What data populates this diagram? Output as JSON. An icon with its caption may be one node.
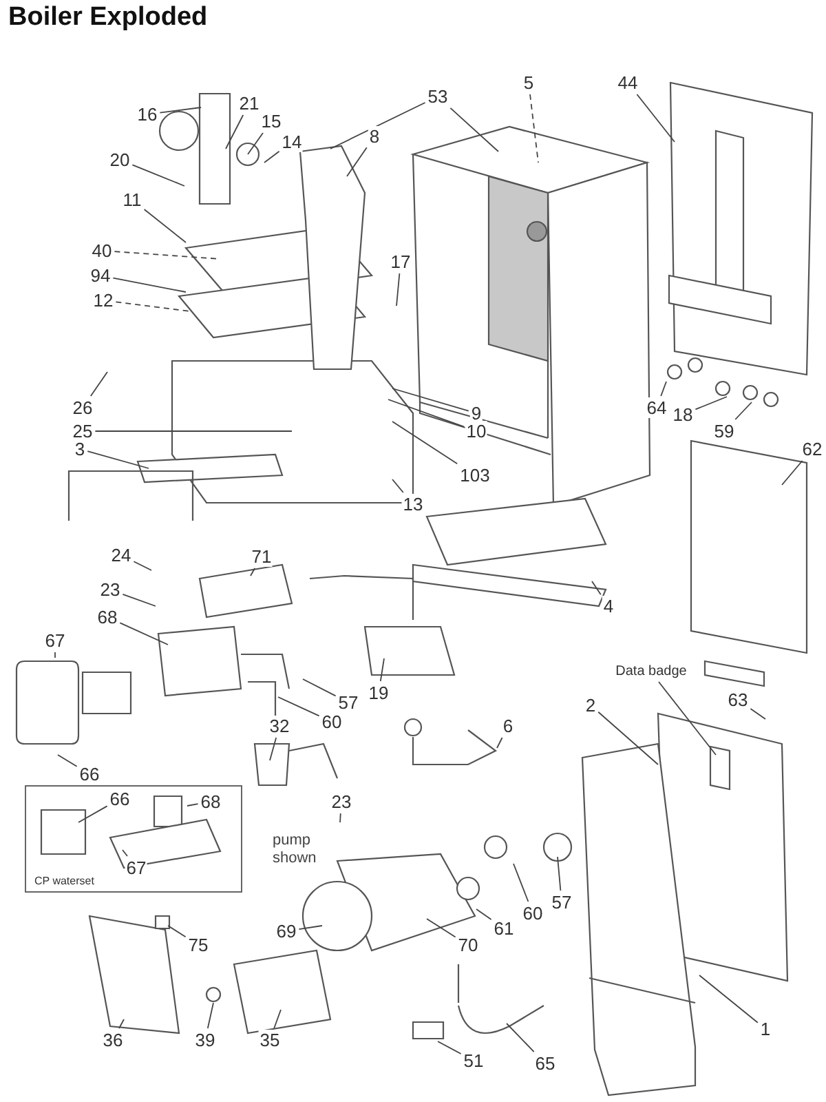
{
  "diagram": {
    "title": "Boiler Exploded",
    "nodes": [
      {
        "text": [
          "16"
        ]
      },
      {
        "text": [
          "21"
        ]
      },
      {
        "text": [
          "15"
        ]
      },
      {
        "text": [
          "14"
        ]
      },
      {
        "text": [
          "53"
        ]
      },
      {
        "text": [
          "5"
        ]
      },
      {
        "text": [
          "44"
        ]
      },
      {
        "text": [
          "8"
        ]
      },
      {
        "text": [
          "20"
        ]
      },
      {
        "text": [
          "11"
        ]
      },
      {
        "text": [
          "40"
        ]
      },
      {
        "text": [
          "94"
        ]
      },
      {
        "text": [
          "17"
        ]
      },
      {
        "text": [
          "12"
        ]
      },
      {
        "text": [
          "26"
        ]
      },
      {
        "text": [
          "9"
        ]
      },
      {
        "text": [
          "10"
        ]
      },
      {
        "text": [
          "25"
        ]
      },
      {
        "text": [
          "103"
        ]
      },
      {
        "text": [
          "3"
        ]
      },
      {
        "text": [
          "13"
        ]
      },
      {
        "text": [
          "64"
        ]
      },
      {
        "text": [
          "18"
        ]
      },
      {
        "text": [
          "59"
        ]
      },
      {
        "text": [
          "62"
        ]
      },
      {
        "text": [
          "4"
        ]
      },
      {
        "text": [
          "24"
        ]
      },
      {
        "text": [
          "71"
        ]
      },
      {
        "text": [
          "23"
        ]
      },
      {
        "text": [
          "68"
        ]
      },
      {
        "text": [
          "67"
        ]
      },
      {
        "text": [
          "19"
        ]
      },
      {
        "text": [
          "57"
        ]
      },
      {
        "text": [
          "60"
        ]
      },
      {
        "text": [
          "66"
        ]
      },
      {
        "text": [
          "32"
        ]
      },
      {
        "text": [
          "Data badge"
        ]
      },
      {
        "text": [
          "2"
        ]
      },
      {
        "text": [
          "63"
        ]
      },
      {
        "text": [
          "6"
        ]
      },
      {
        "text": [
          "CP waterset"
        ]
      },
      {
        "text": [
          "68"
        ],
        "in": 40
      },
      {
        "text": [
          "66"
        ],
        "in": 40
      },
      {
        "text": [
          "67"
        ],
        "in": 40
      },
      {
        "text": [
          "23"
        ]
      },
      {
        "text": [
          "69"
        ]
      },
      {
        "text": [
          "61"
        ]
      },
      {
        "text": [
          "60"
        ]
      },
      {
        "text": [
          "57"
        ]
      },
      {
        "text": [
          "70"
        ]
      },
      {
        "text": [
          "75"
        ]
      },
      {
        "text": [
          "36"
        ]
      },
      {
        "text": [
          "39"
        ]
      },
      {
        "text": [
          "35"
        ]
      },
      {
        "text": [
          "51"
        ]
      },
      {
        "text": [
          "65"
        ]
      },
      {
        "text": [
          "1"
        ]
      }
    ],
    "edges": [
      {
        "from": 0,
        "to": null,
        "arrow": "none"
      },
      {
        "from": 1,
        "to": null,
        "arrow": "none"
      },
      {
        "from": 2,
        "to": null,
        "arrow": "none"
      },
      {
        "from": 3,
        "to": null,
        "arrow": "none"
      },
      {
        "from": 4,
        "to": null,
        "arrow": "none"
      },
      {
        "from": 4,
        "to": null,
        "arrow": "none"
      },
      {
        "from": 5,
        "to": null,
        "arrow": "none",
        "style": "dashed"
      },
      {
        "from": 6,
        "to": null,
        "arrow": "none"
      },
      {
        "from": 7,
        "to": null,
        "arrow": "none"
      },
      {
        "from": 8,
        "to": null,
        "arrow": "none"
      },
      {
        "from": 9,
        "to": null,
        "arrow": "none"
      },
      {
        "from": 10,
        "to": null,
        "arrow": "none",
        "style": "dashed"
      },
      {
        "from": 11,
        "to": null,
        "arrow": "none"
      },
      {
        "from": 12,
        "to": null,
        "arrow": "none"
      },
      {
        "from": 13,
        "to": null,
        "arrow": "none",
        "style": "dashed"
      },
      {
        "from": 14,
        "to": null,
        "arrow": "none"
      },
      {
        "from": 15,
        "to": null,
        "arrow": "none"
      },
      {
        "from": 16,
        "to": null,
        "arrow": "none"
      },
      {
        "from": 17,
        "to": null,
        "arrow": "none"
      },
      {
        "from": 18,
        "to": null,
        "arrow": "none"
      },
      {
        "from": 19,
        "to": null,
        "arrow": "none"
      },
      {
        "from": 20,
        "to": null,
        "arrow": "none"
      },
      {
        "from": 21,
        "to": null,
        "arrow": "none"
      },
      {
        "from": 22,
        "to": null,
        "arrow": "none"
      },
      {
        "from": 23,
        "to": null,
        "arrow": "none"
      },
      {
        "from": 24,
        "to": null,
        "arrow": "none"
      },
      {
        "from": 25,
        "to": null,
        "arrow": "none"
      },
      {
        "from": 26,
        "to": null,
        "arrow": "none"
      },
      {
        "from": 27,
        "to": null,
        "arrow": "none"
      },
      {
        "from": 28,
        "to": null,
        "arrow": "none"
      },
      {
        "from": 29,
        "to": null,
        "arrow": "none"
      },
      {
        "from": 30,
        "to": null,
        "arrow": "none",
        "style": "dashed"
      },
      {
        "from": 31,
        "to": null,
        "arrow": "none"
      },
      {
        "from": 32,
        "to": null,
        "arrow": "none"
      },
      {
        "from": 33,
        "to": null,
        "arrow": "none"
      },
      {
        "from": 34,
        "to": null,
        "arrow": "none"
      },
      {
        "from": 35,
        "to": null,
        "arrow": "none"
      },
      {
        "from": 36,
        "to": null,
        "arrow": "none"
      },
      {
        "from": 37,
        "to": null,
        "arrow": "none"
      },
      {
        "from": 38,
        "to": null,
        "arrow": "none"
      },
      {
        "from": 39,
        "to": null,
        "arrow": "none"
      },
      {
        "from": 41,
        "to": null,
        "arrow": "none"
      },
      {
        "from": 42,
        "to": null,
        "arrow": "none"
      },
      {
        "from": 43,
        "to": null,
        "arrow": "none"
      },
      {
        "from": 44,
        "to": null,
        "arrow": "none"
      },
      {
        "from": 45,
        "to": null,
        "arrow": "none"
      },
      {
        "from": 46,
        "to": null,
        "arrow": "none"
      },
      {
        "from": 47,
        "to": null,
        "arrow": "none"
      },
      {
        "from": 48,
        "to": null,
        "arrow": "none"
      },
      {
        "from": 49,
        "to": null,
        "arrow": "none"
      },
      {
        "from": 50,
        "to": null,
        "arrow": "none"
      },
      {
        "from": 51,
        "to": null,
        "arrow": "none"
      },
      {
        "from": 52,
        "to": null,
        "arrow": "none"
      },
      {
        "from": 53,
        "to": null,
        "arrow": "none"
      },
      {
        "from": 54,
        "to": null,
        "arrow": "none"
      },
      {
        "from": 55,
        "to": null,
        "arrow": "none"
      },
      {
        "from": 56,
        "to": null,
        "arrow": "none"
      }
    ],
    "labels": [
      "pump shown"
    ]
  }
}
